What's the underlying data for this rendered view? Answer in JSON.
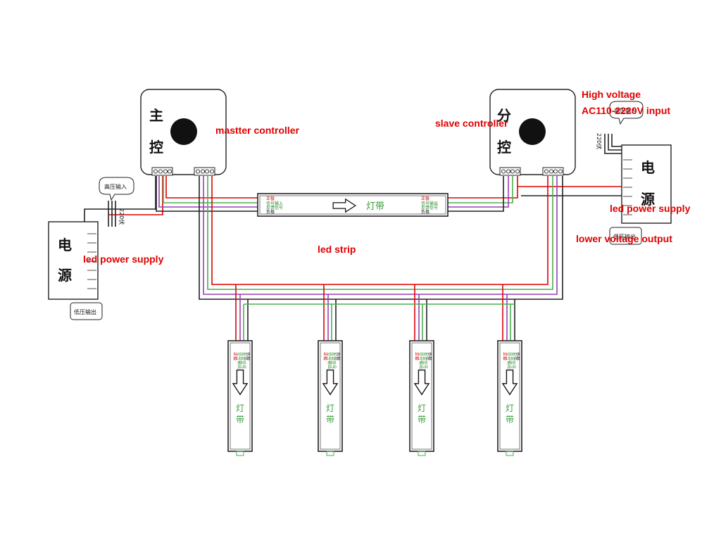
{
  "colors": {
    "red": "#e00000",
    "green": "#4caf50",
    "purple": "#9b3fb5",
    "black": "#222222"
  },
  "master": {
    "char1": "主",
    "char2": "控"
  },
  "slave": {
    "char1": "分",
    "char2": "控"
  },
  "power_left": {
    "char1": "电",
    "char2": "源",
    "input_bubble": "高压输入",
    "output_label": "低压输出",
    "voltage_label": "220伏"
  },
  "power_right": {
    "char1": "电",
    "char2": "源",
    "input_bubble": "高压输入",
    "output_label": "低压输出",
    "voltage_label": "220伏"
  },
  "strip": {
    "text": "灯带",
    "left_pins": [
      "正极",
      "信号输入",
      "反馈信号",
      "负极"
    ],
    "right_pins": [
      "正极",
      "信号输出",
      "反馈信号",
      "负极"
    ]
  },
  "annotations": {
    "master_controller": "mastter controller",
    "slave_controller": "slave controller",
    "left_power": "led power supply",
    "right_power": "led power supply",
    "led_strip": "led strip",
    "high_voltage_1": "High voltage",
    "high_voltage_2": "AC110-2220V input",
    "lower_voltage": "lower voltage output"
  }
}
